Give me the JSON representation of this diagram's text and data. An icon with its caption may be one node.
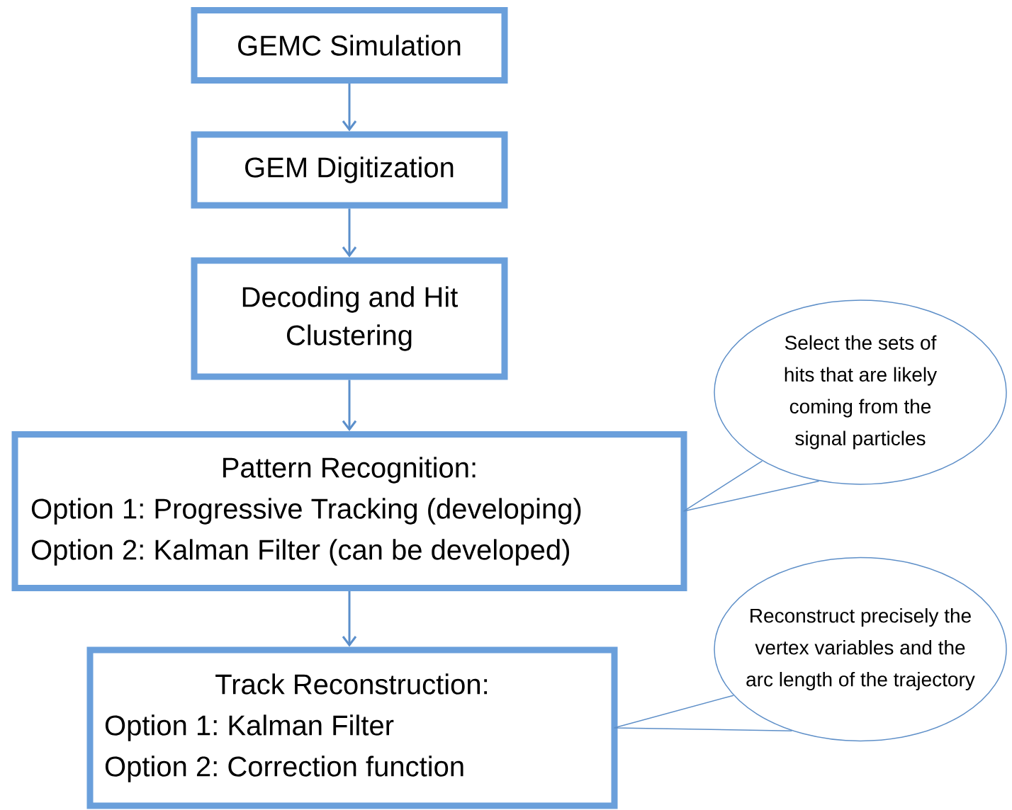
{
  "diagram": {
    "nodes": [
      {
        "text": [
          "GEMC Simulation"
        ]
      },
      {
        "text": [
          "GEM Digitization"
        ]
      },
      {
        "text": [
          "Decoding and Hit Clustering"
        ]
      },
      {
        "text": [
          "Pattern Recognition:",
          "Option 1: Progressive Tracking (developing)",
          "Option 2: Kalman Filter (can be developed)"
        ]
      },
      {
        "text": [
          "Track Reconstruction:",
          "Option 1: Kalman Filter",
          "Option 2: Correction function"
        ]
      },
      {
        "text": [
          "Select the sets of hits that are likely coming from the signal particles"
        ]
      },
      {
        "text": [
          "Reconstruct precisely the vertex variables and the arc length of the trajectory"
        ]
      }
    ],
    "edges": [
      {
        "from": 0,
        "to": 1,
        "arrow": "to"
      },
      {
        "from": 1,
        "to": 2,
        "arrow": "to"
      },
      {
        "from": 2,
        "to": 3,
        "arrow": "to"
      },
      {
        "from": 3,
        "to": 4,
        "arrow": "to"
      },
      {
        "from": 5,
        "to": 3,
        "arrow": "none"
      },
      {
        "from": 6,
        "to": 4,
        "arrow": "none"
      }
    ]
  }
}
